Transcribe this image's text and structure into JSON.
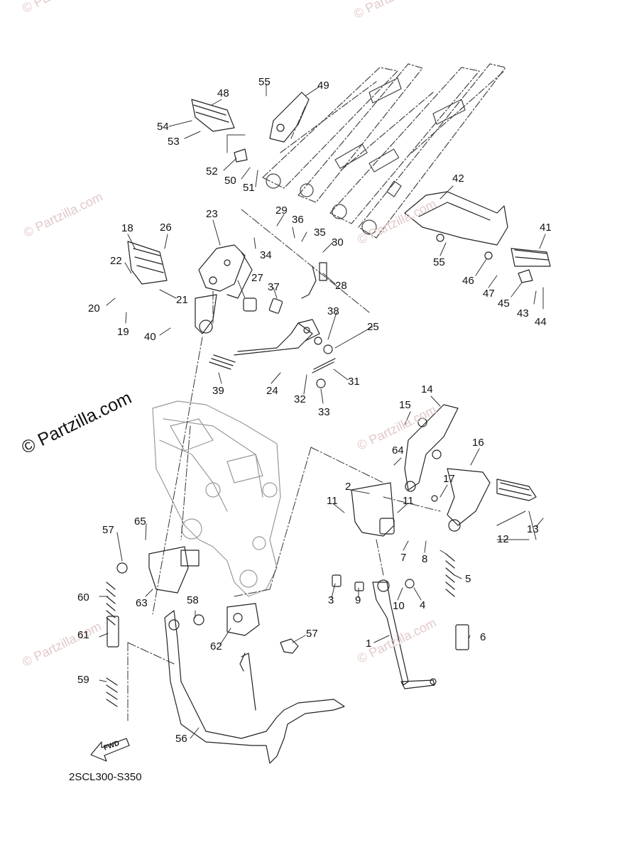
{
  "diagram": {
    "code": "2SCL300-S350",
    "fwd_label": "FWD",
    "watermark_small": "© Partzilla.com",
    "watermark_large": "© Partzilla.com"
  },
  "callouts": {
    "c1": "1",
    "c2": "2",
    "c3": "3",
    "c4": "4",
    "c5": "5",
    "c6": "6",
    "c7": "7",
    "c8": "8",
    "c9": "9",
    "c10": "10",
    "c11a": "11",
    "c11b": "11",
    "c12": "12",
    "c13": "13",
    "c14": "14",
    "c15": "15",
    "c16": "16",
    "c17": "17",
    "c18": "18",
    "c19": "19",
    "c20": "20",
    "c21": "21",
    "c22": "22",
    "c23": "23",
    "c24": "24",
    "c25": "25",
    "c26": "26",
    "c27": "27",
    "c28": "28",
    "c29": "29",
    "c30": "30",
    "c31": "31",
    "c32": "32",
    "c33": "33",
    "c34": "34",
    "c35": "35",
    "c36": "36",
    "c37": "37",
    "c38": "38",
    "c39": "39",
    "c40": "40",
    "c41": "41",
    "c42": "42",
    "c43": "43",
    "c44": "44",
    "c45": "45",
    "c46": "46",
    "c47": "47",
    "c48": "48",
    "c49": "49",
    "c50": "50",
    "c51": "51",
    "c52": "52",
    "c53": "53",
    "c54": "54",
    "c55a": "55",
    "c55b": "55",
    "c56": "56",
    "c57a": "57",
    "c57b": "57",
    "c58": "58",
    "c59": "59",
    "c60": "60",
    "c61": "61",
    "c62": "62",
    "c63": "63",
    "c64": "64",
    "c65": "65"
  }
}
